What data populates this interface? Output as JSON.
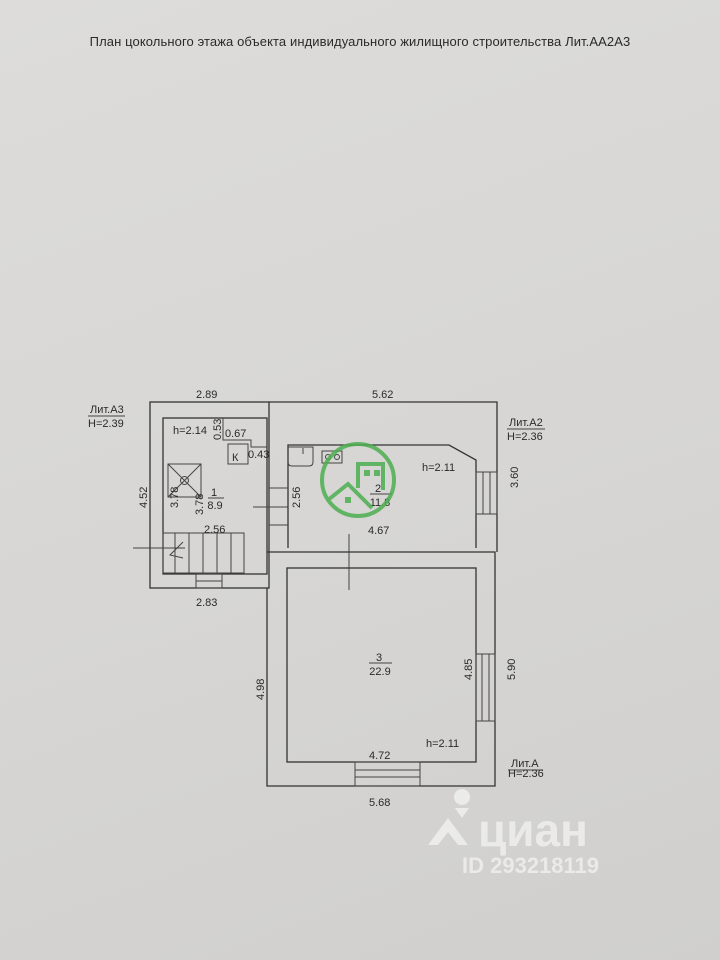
{
  "title": "План цокольного этажа объекта индивидуального жилищного строительства Лит.АА2А3",
  "dimensions": {
    "a3_top": "2.89",
    "a3_left": "4.52",
    "a3_bottom": "2.83",
    "a3_stair_width": "2.56",
    "a3_shaft_h": "3.78",
    "a3_room_h": "3.78",
    "a3_k_h": "0.53",
    "a3_k_w": "0.67",
    "a3_k_side": "0.43",
    "a2_top": "5.62",
    "a2_right": "3.60",
    "a2_left_inner": "2.56",
    "a2_bottom_inner": "4.67",
    "a_left": "4.98",
    "a_right_inner": "4.85",
    "a_right": "5.90",
    "a_bottom_inner": "4.72",
    "a_bottom": "5.68"
  },
  "labels": {
    "lit_a3": "Лит.А3",
    "lit_a3_h": "Н=2.39",
    "lit_a2": "Лит.А2",
    "lit_a2_h": "Н=2.36",
    "lit_a": "Лит.А",
    "lit_a_h": "Н=2.36",
    "k_symbol": "К"
  },
  "rooms": [
    {
      "number": "1",
      "area": "8.9",
      "height": "h=2.14"
    },
    {
      "number": "2",
      "area": "11.8",
      "height": "h=2.11"
    },
    {
      "number": "3",
      "area": "22.9",
      "height": "h=2.11"
    }
  ],
  "watermark": {
    "brand": "циан",
    "id": "ID 293218119",
    "stamp_color": "#4caf50"
  }
}
